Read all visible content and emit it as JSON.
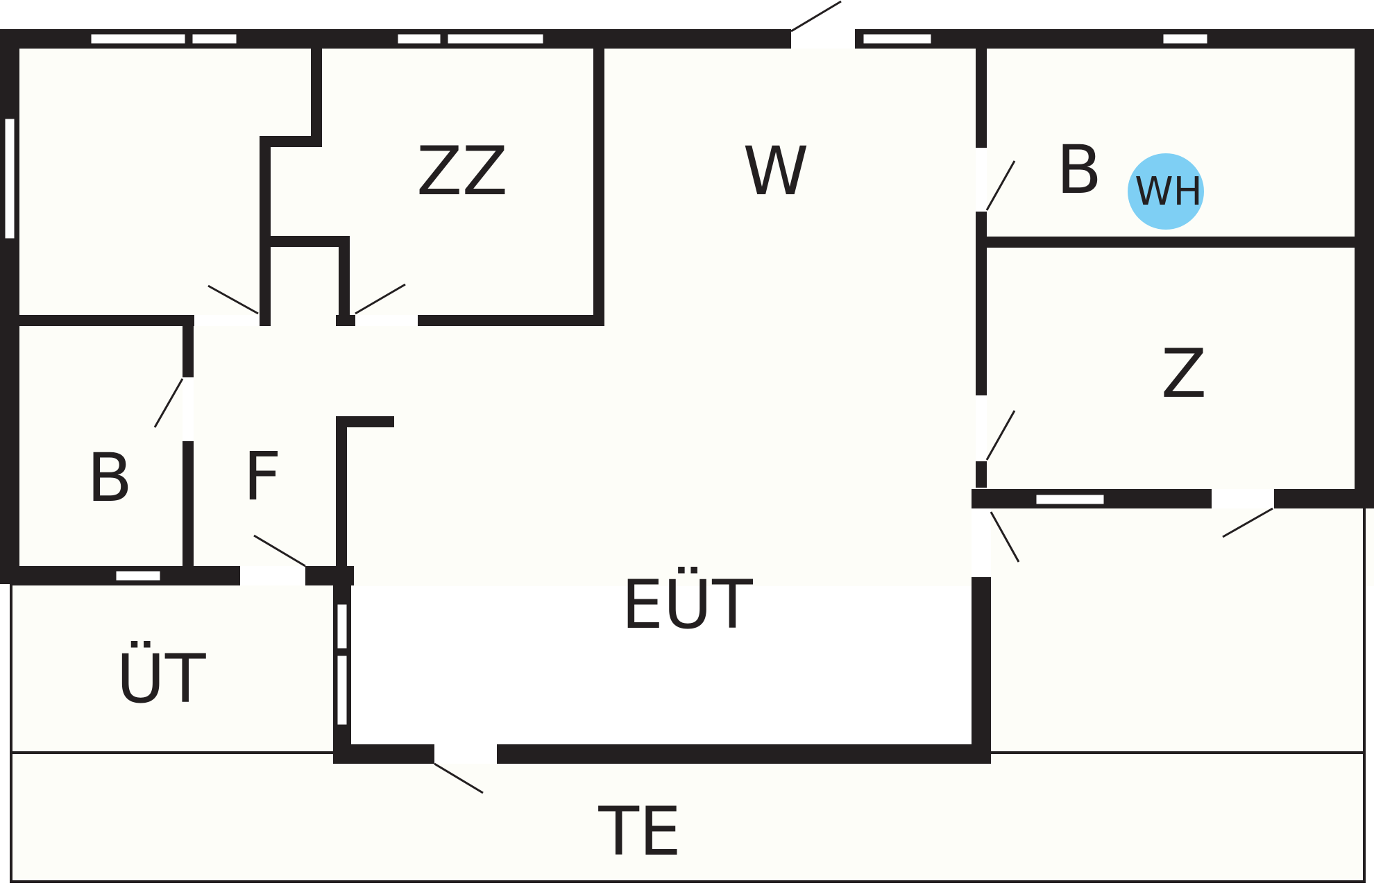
{
  "floor_plan": {
    "rooms": {
      "zz": "ZZ",
      "w": "W",
      "b_top_right": "B",
      "wh": "WH",
      "z": "Z",
      "b_left": "B",
      "f": "F",
      "eut": "EÜT",
      "ut": "ÜT",
      "te": "TE"
    },
    "colors": {
      "wall": "#231f20",
      "floor": "#fdfdf8",
      "window": "#ffffff",
      "water_heater": "#7ecff4"
    }
  }
}
